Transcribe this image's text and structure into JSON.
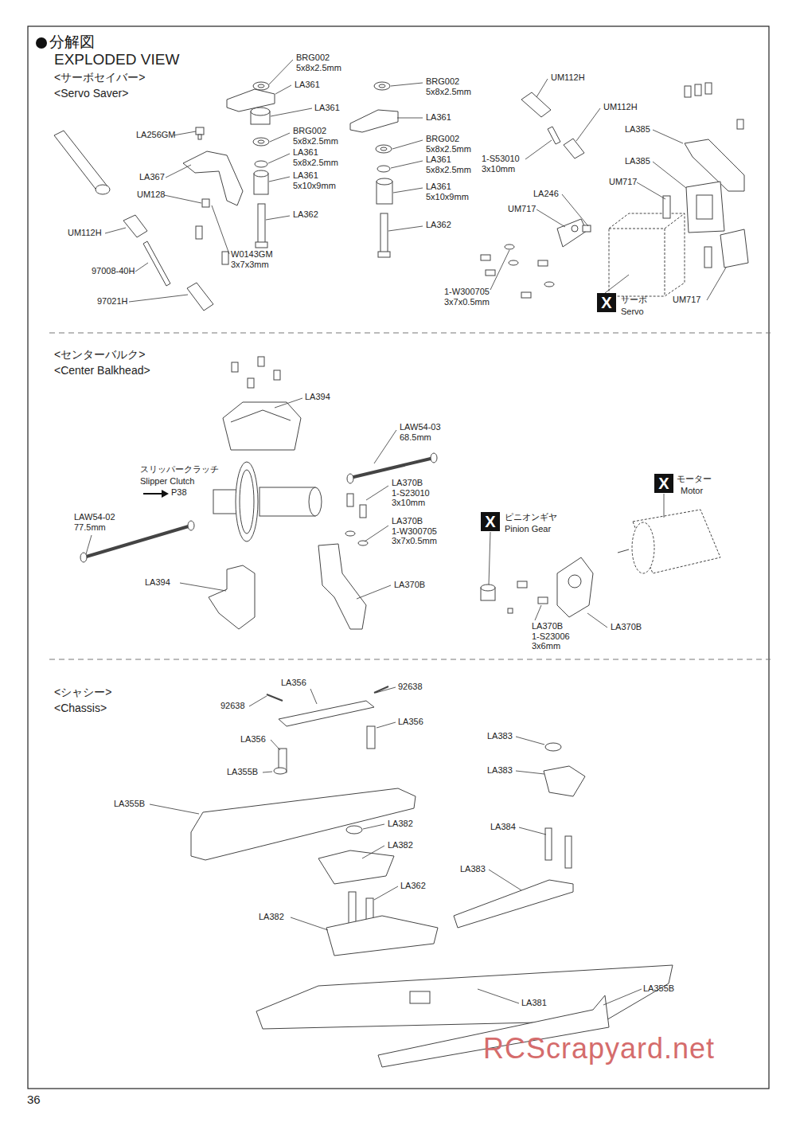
{
  "diagram": {
    "title": "分解図",
    "labels": [
      "EXPLODED VIEW",
      "<サーボセイバー>",
      "<Servo Saver>",
      "BRG002 5x8x2.5mm",
      "LA361",
      "LA361",
      "LA256GM",
      "BRG002 5x8x2.5mm",
      "LA361 5x8x2.5mm",
      "LA367",
      "LA361 5x10x9mm",
      "UM128",
      "LA362",
      "UM112H",
      "W0143GM 3x7x3mm",
      "97008-40H",
      "97021H",
      "BRG002 5x8x2.5mm",
      "LA361",
      "BRG002 5x8x2.5mm",
      "LA361 5x8x2.5mm",
      "LA361 5x10x9mm",
      "LA362",
      "UM112H",
      "UM112H",
      "LA385",
      "1-S53010 3x10mm",
      "LA385",
      "UM717",
      "LA246",
      "UM717",
      "1-W300705 3x7x0.5mm",
      "X",
      "サーボ",
      "Servo",
      "UM717",
      "<センターバルク>",
      "<Center Balkhead>",
      "LA394",
      "LAW54-03 68.5mm",
      "スリッパークラッチ",
      "Slipper Clutch",
      "P38",
      "LA370B 1-S23010 3x10mm",
      "LAW54-02 77.5mm",
      "LA370B 1-W300705 3x7x0.5mm",
      "X",
      "モーター",
      "Motor",
      "X",
      "ピニオンギヤ",
      "Pinion Gear",
      "LA394",
      "LA370B",
      "LA370B 1-S23006 3x6mm",
      "LA370B",
      "<シャシー>",
      "<Chassis>",
      "LA356",
      "92638",
      "92638",
      "LA356",
      "LA383",
      "LA356",
      "LA383",
      "LA355B",
      "LA355B",
      "LA382",
      "LA384",
      "LA382",
      "LA383",
      "LA362",
      "LA382",
      "LA381",
      "LA355B",
      "RCScrapyard.net",
      "36"
    ]
  }
}
